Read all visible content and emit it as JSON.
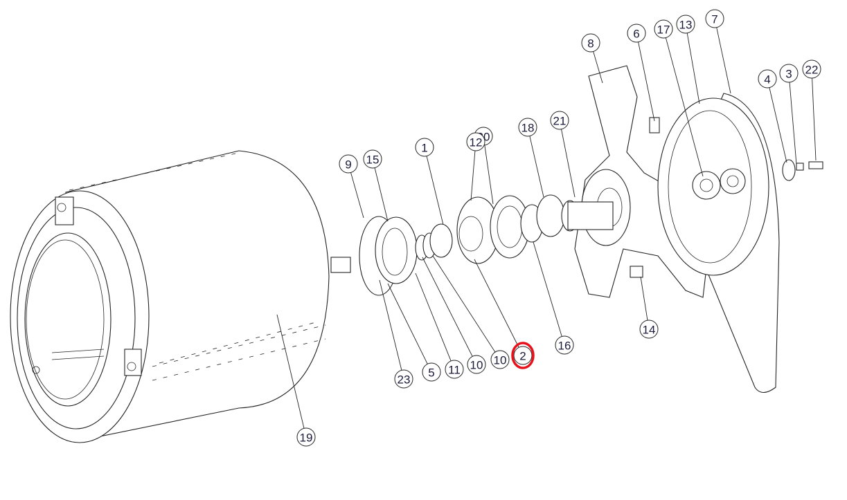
{
  "diagram": {
    "type": "exploded parts diagram",
    "highlight_color": "#e8121c",
    "highlighted_label": "2",
    "callouts": [
      {
        "id": "c8",
        "label": "8"
      },
      {
        "id": "c6",
        "label": "6"
      },
      {
        "id": "c17",
        "label": "17"
      },
      {
        "id": "c13",
        "label": "13"
      },
      {
        "id": "c7",
        "label": "7"
      },
      {
        "id": "c4",
        "label": "4"
      },
      {
        "id": "c3",
        "label": "3"
      },
      {
        "id": "c22",
        "label": "22"
      },
      {
        "id": "c21",
        "label": "21"
      },
      {
        "id": "c18",
        "label": "18"
      },
      {
        "id": "c20",
        "label": "20"
      },
      {
        "id": "c12",
        "label": "12"
      },
      {
        "id": "c1",
        "label": "1"
      },
      {
        "id": "c15",
        "label": "15"
      },
      {
        "id": "c9",
        "label": "9"
      },
      {
        "id": "c14",
        "label": "14"
      },
      {
        "id": "c16",
        "label": "16"
      },
      {
        "id": "c2",
        "label": "2"
      },
      {
        "id": "c10a",
        "label": "10"
      },
      {
        "id": "c10b",
        "label": "10"
      },
      {
        "id": "c11",
        "label": "11"
      },
      {
        "id": "c5",
        "label": "5"
      },
      {
        "id": "c23",
        "label": "23"
      },
      {
        "id": "c19",
        "label": "19"
      }
    ]
  }
}
